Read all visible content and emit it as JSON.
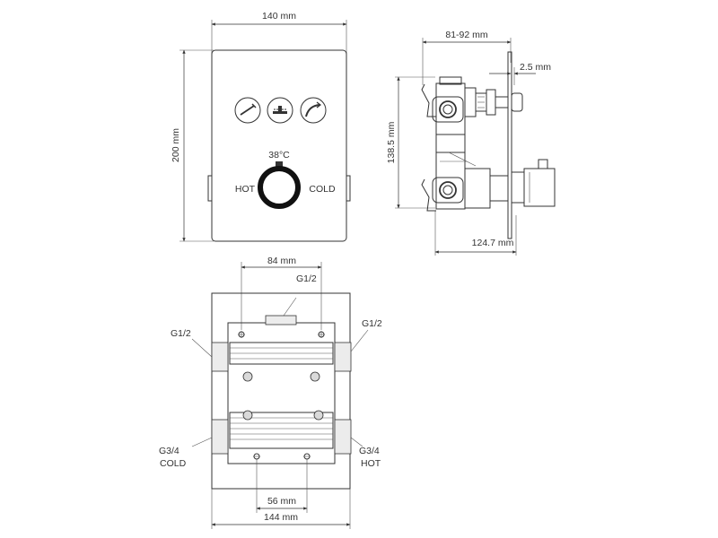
{
  "front_view": {
    "width_label": "140 mm",
    "height_label": "200 mm",
    "temperature_label": "38°C",
    "hot_label": "HOT",
    "cold_label": "COLD",
    "buttons": [
      {
        "icon": "hand-shower-icon"
      },
      {
        "icon": "overhead-shower-icon"
      },
      {
        "icon": "bath-spout-icon"
      }
    ]
  },
  "side_view": {
    "depth_label": "81-92 mm",
    "plate_label": "2.5 mm",
    "height_label": "138.5 mm",
    "width_label": "124.7 mm"
  },
  "rear_view": {
    "top_spacing_label": "84 mm",
    "top_port_label": "G1/2",
    "left_port_label": "G1/2",
    "right_port_label": "G1/2",
    "cold_inlet_size": "G3/4",
    "cold_inlet_label": "COLD",
    "hot_inlet_size": "G3/4",
    "hot_inlet_label": "HOT",
    "bottom_spacing_label": "56 mm",
    "width_label": "144 mm"
  }
}
